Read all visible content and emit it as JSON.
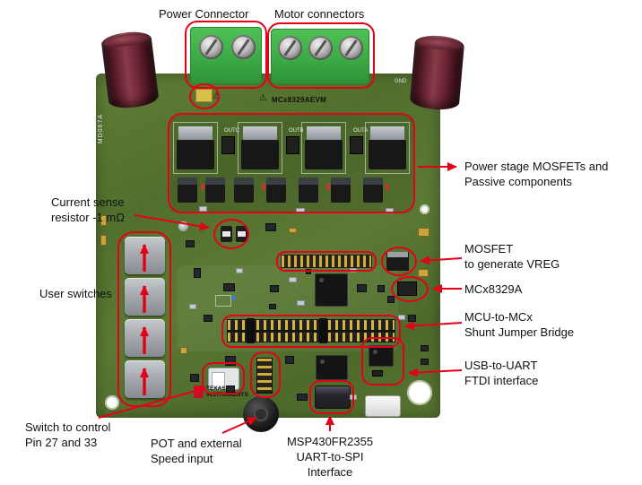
{
  "colors": {
    "annotation_red": "#e60017",
    "board_green": "#55732e",
    "connector_green": "#41b649",
    "label_black": "#111111"
  },
  "labels": {
    "power_connector": "Power Connector",
    "motor_connectors": "Motor connectors",
    "power_stage": "Power stage MOSFETs and\nPassive components",
    "current_sense": "Current sense\nresistor -1 mΩ",
    "user_switches": "User switches",
    "mosfet_vreg": "MOSFET\nto generate VREG",
    "mcx8329a": "MCx8329A",
    "shunt_jumper": "MCU-to-MCx\nShunt Jumper Bridge",
    "usb_uart": "USB-to-UART\nFTDI interface",
    "switch_control": "Switch to control\nPin 27 and 33",
    "pot_input": "POT and external\nSpeed input",
    "msp430": "MSP430FR2355\nUART-to-SPI\nInterface"
  },
  "board": {
    "title": "MCx8329AEVM",
    "code": "MD067A",
    "brand": "TEXAS\nINSTRUMENTS",
    "warning_icon": "⚠",
    "silkscreen": {
      "out_c": "OUTC",
      "out_b": "OUTB",
      "out_a": "OUTA",
      "gnd": "GND"
    }
  }
}
